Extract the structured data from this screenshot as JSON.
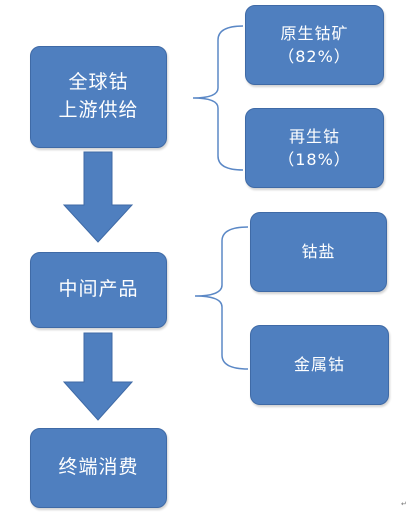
{
  "diagram": {
    "nodes": {
      "upstream": {
        "lines": [
          "全球钴",
          "上游供给"
        ]
      },
      "intermediate": {
        "lines": [
          "中间产品"
        ]
      },
      "end_use": {
        "lines": [
          "终端消费"
        ]
      },
      "primary_ore": {
        "lines": [
          "原生钴矿",
          "（82%）"
        ]
      },
      "recycled": {
        "lines": [
          "再生钴",
          "（18%）"
        ]
      },
      "cobalt_salt": {
        "lines": [
          "钴盐"
        ]
      },
      "cobalt_metal": {
        "lines": [
          "金属钴"
        ]
      }
    },
    "edges": [
      {
        "from": "upstream",
        "to": "intermediate",
        "kind": "arrow"
      },
      {
        "from": "intermediate",
        "to": "end_use",
        "kind": "arrow"
      },
      {
        "from": "upstream",
        "to": [
          "primary_ore",
          "recycled"
        ],
        "kind": "brace"
      },
      {
        "from": "intermediate",
        "to": [
          "cobalt_salt",
          "cobalt_metal"
        ],
        "kind": "brace"
      }
    ],
    "colors": {
      "box_fill": "#4f7fbf",
      "box_border": "#3f6aa6",
      "arrow_fill": "#4f7fbf",
      "brace_stroke": "#5b88c6",
      "text": "#ffffff"
    },
    "page_mark": "↵"
  }
}
